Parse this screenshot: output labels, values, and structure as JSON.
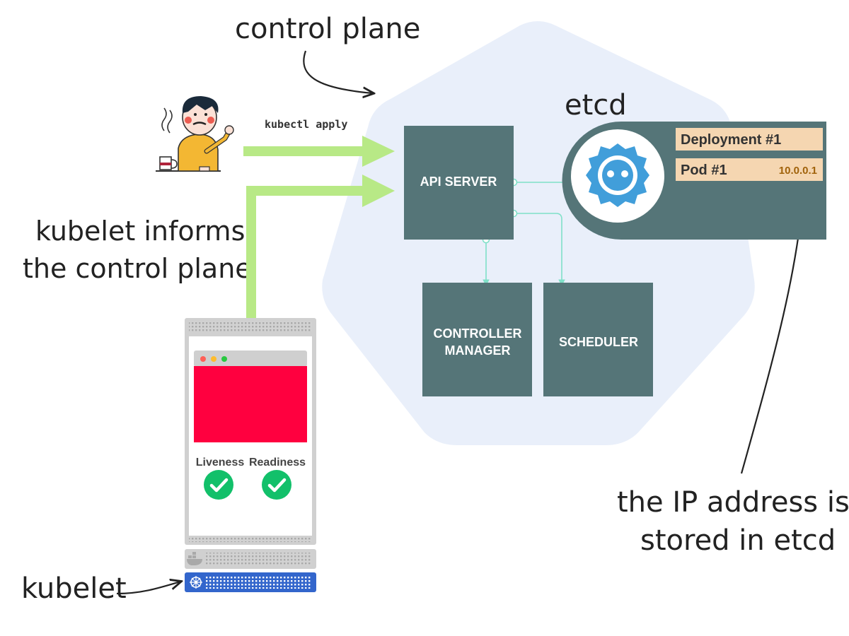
{
  "annotations": {
    "control_plane": "control plane",
    "etcd_title": "etcd",
    "kubelet_informs_line1": "kubelet informs",
    "kubelet_informs_line2": "the control plane",
    "ip_stored_line1": "the IP address is",
    "ip_stored_line2": "stored in etcd",
    "kubelet": "kubelet"
  },
  "command": "kubectl apply",
  "components": {
    "api_server": "API SERVER",
    "controller_manager_line1": "CONTROLLER",
    "controller_manager_line2": "MANAGER",
    "scheduler": "SCHEDULER"
  },
  "etcd_records": {
    "deployment": "Deployment #1",
    "pod": "Pod #1",
    "pod_ip": "10.0.0.1"
  },
  "node": {
    "liveness": "Liveness",
    "readiness": "Readiness"
  },
  "colors": {
    "box": "#557578",
    "hexagon": "#e9effa",
    "arrow_green": "#b8e986",
    "record_bg": "#f5d6b1",
    "etcd_blue": "#419eda",
    "app_red": "#ff003f",
    "check_green": "#12c06a",
    "kubelet_blue": "#3366cc"
  },
  "icons": [
    "developer-illustration",
    "coffee-mug-icon",
    "etcd-logo-icon",
    "check-icon",
    "docker-icon",
    "kubernetes-wheel-icon"
  ]
}
